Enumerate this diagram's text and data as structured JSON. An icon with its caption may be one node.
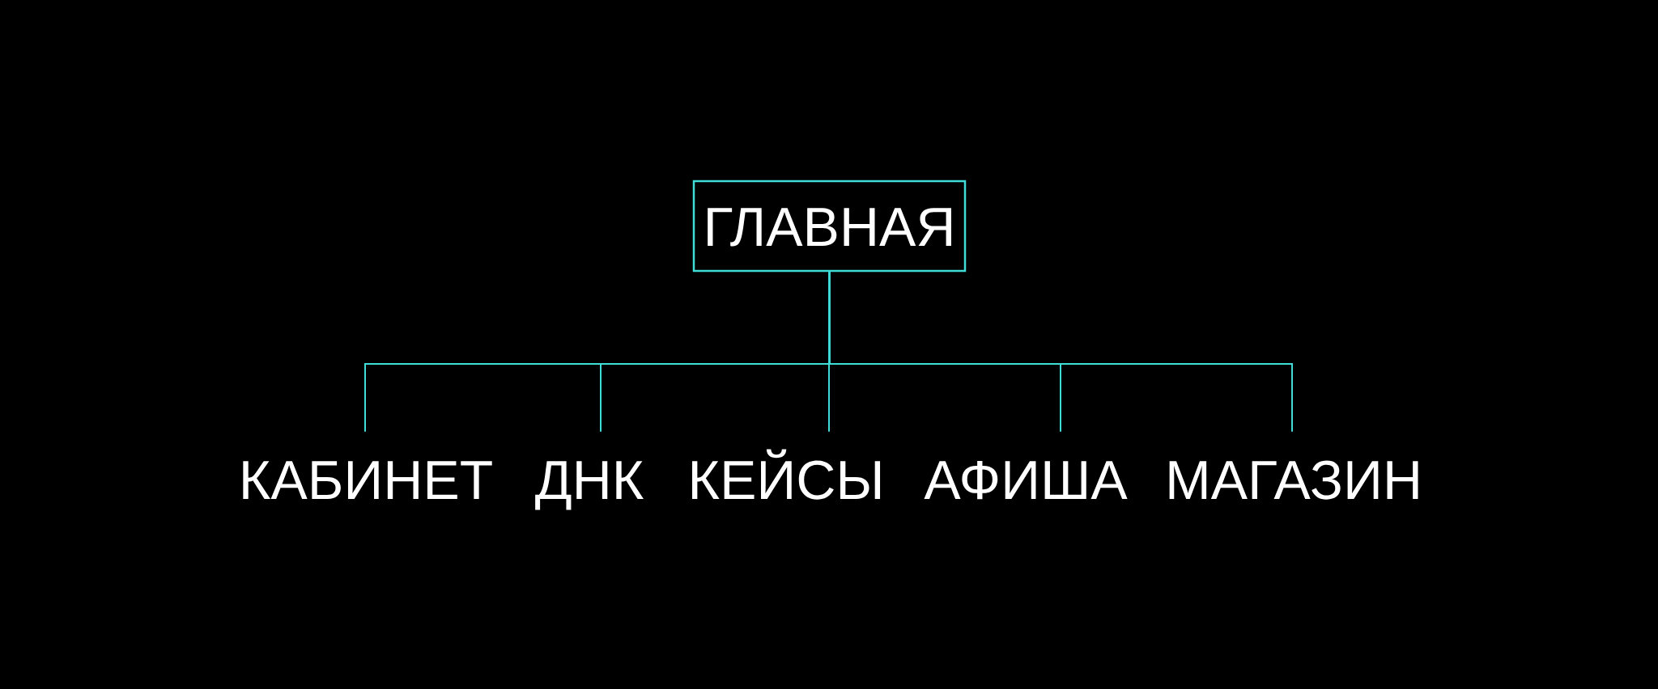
{
  "diagram": {
    "nodes": [
      {
        "text": [
          "ГЛАВНАЯ"
        ]
      },
      {
        "text": [
          "КАБИНЕТ"
        ]
      },
      {
        "text": [
          "ДНК"
        ]
      },
      {
        "text": [
          "КЕЙСЫ"
        ]
      },
      {
        "text": [
          "АФИША"
        ]
      },
      {
        "text": [
          "МАГАЗИН"
        ]
      }
    ],
    "edges": [
      {
        "from": 0,
        "to": 1,
        "arrow": "none"
      },
      {
        "from": 0,
        "to": 2,
        "arrow": "none"
      },
      {
        "from": 0,
        "to": 3,
        "arrow": "none"
      },
      {
        "from": 0,
        "to": 4,
        "arrow": "none"
      },
      {
        "from": 0,
        "to": 5,
        "arrow": "none"
      }
    ]
  }
}
